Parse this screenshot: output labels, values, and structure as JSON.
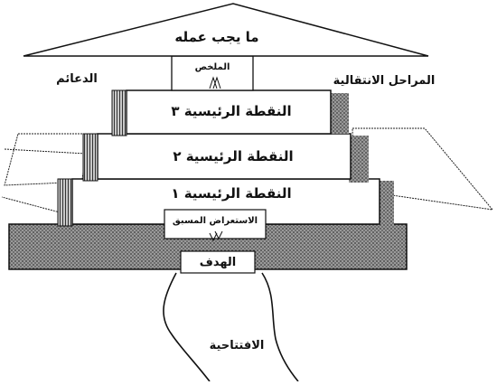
{
  "roof": {
    "label": "ما يجب عمله"
  },
  "summary": {
    "label": "الملخص"
  },
  "side_labels": {
    "supports": "الدعائم",
    "transitions": "المراحل الانتقالية",
    "introduction": "الافتتاحية"
  },
  "steps": [
    {
      "label": "النقطة الرئيسية ٣"
    },
    {
      "label": "النقطة الرئيسية ٢"
    },
    {
      "label": "النقطة الرئيسية ١"
    }
  ],
  "preview": {
    "label": "الاستعراض المسبق"
  },
  "goal": {
    "label": "الهدف"
  }
}
